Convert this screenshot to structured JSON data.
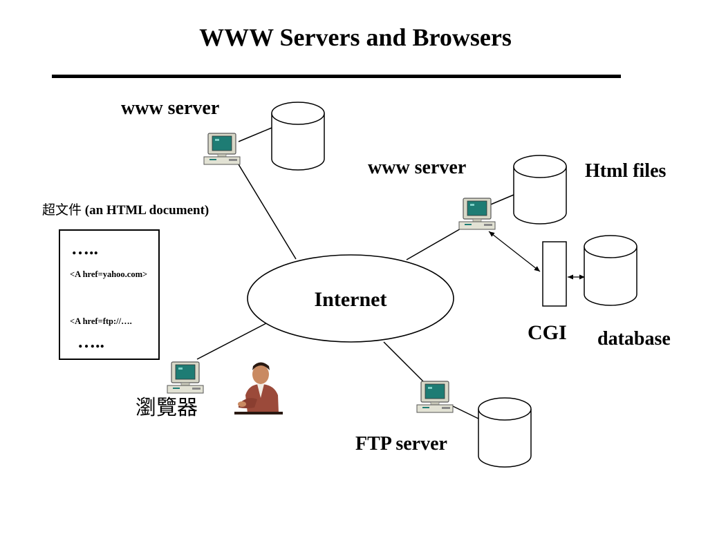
{
  "title": "WWW Servers and Browsers",
  "labels": {
    "www_server_top": "www server",
    "www_server_right": "www server",
    "html_files": "Html files",
    "internet": "Internet",
    "cgi": "CGI",
    "database": "database",
    "ftp_server": "FTP server",
    "browser": "瀏覽器"
  },
  "document": {
    "caption_cjk": "超文件",
    "caption_en": " (an HTML document)",
    "dots": "…..",
    "link_yahoo": "<A href=yahoo.com>",
    "link_ftp": "<A href=ftp://….",
    "dots_bottom": "….."
  },
  "colors": {
    "screen": "#1e7c74",
    "computer_body": "#d8d8c8",
    "figure_shirt": "#9b4a3a",
    "line": "#000000"
  }
}
